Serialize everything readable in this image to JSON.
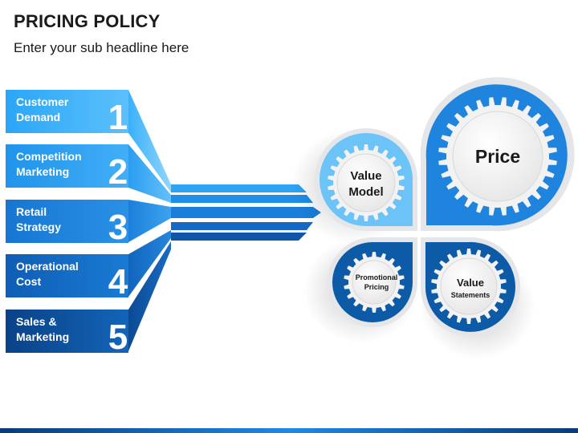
{
  "header": {
    "title": "PRICING POLICY",
    "subtitle": "Enter your sub headline here"
  },
  "items": [
    {
      "label_line1": "Customer",
      "label_line2": "Demand",
      "number": "1"
    },
    {
      "label_line1": "Competition",
      "label_line2": "Marketing",
      "number": "2"
    },
    {
      "label_line1": "Retail",
      "label_line2": "Strategy",
      "number": "3"
    },
    {
      "label_line1": "Operational",
      "label_line2": "Cost",
      "number": "4"
    },
    {
      "label_line1": "Sales &",
      "label_line2": "Marketing",
      "number": "5"
    }
  ],
  "gears": {
    "value_model": {
      "line1": "Value",
      "line2": "Model"
    },
    "price": {
      "label": "Price"
    },
    "promotional_pricing": {
      "line1": "Promotional",
      "line2": "Pricing"
    },
    "value_statements": {
      "line1": "Value",
      "line2": "Statements"
    }
  },
  "colors": {
    "item_1": "#29a3f5",
    "item_2": "#1b8fe6",
    "item_3": "#1675d1",
    "item_4": "#0f5db4",
    "item_5": "#0a4590",
    "light_blue": "#6cc3f7",
    "mid_blue": "#1f84de",
    "dark_blue": "#0d5aa7"
  }
}
